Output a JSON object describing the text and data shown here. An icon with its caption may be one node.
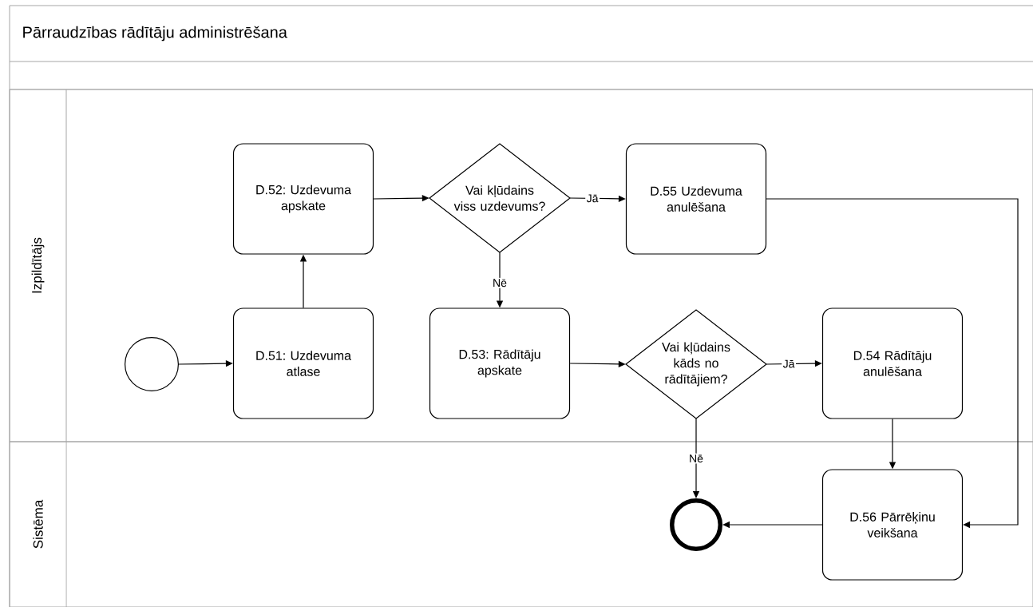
{
  "diagram": {
    "title": "Pārraudzības rādītāju administrēšana",
    "nodes": [
      {
        "text": [
          "Izpildītājs"
        ]
      },
      {
        "text": [
          "Sistēma"
        ]
      },
      {
        "text": [],
        "shape": "circle",
        "in": 0
      },
      {
        "text": [
          "D.51: Uzdevuma atlase"
        ],
        "in": 0
      },
      {
        "text": [
          "D.52: Uzdevuma apskate"
        ],
        "in": 0
      },
      {
        "text": [
          "Vai kļūdains viss uzdevums?"
        ],
        "in": 0
      },
      {
        "text": [
          "D.55 Uzdevuma anulēšana"
        ],
        "in": 0
      },
      {
        "text": [
          "D.53: Rādītāju apskate"
        ],
        "in": 0
      },
      {
        "text": [
          "Vai kļūdains kāds no rādītājiem?"
        ],
        "in": 0
      },
      {
        "text": [
          "D.54 Rādītāju anulēšana"
        ],
        "in": 0
      },
      {
        "text": [
          "D.56 Pārrēķinu veikšana"
        ],
        "in": 1
      },
      {
        "text": [],
        "shape": "circle",
        "in": 1
      }
    ],
    "edges": [
      {
        "from": 2,
        "to": 3,
        "arrow": "to"
      },
      {
        "from": 3,
        "to": 4,
        "arrow": "to"
      },
      {
        "from": 4,
        "to": 5,
        "arrow": "to"
      },
      {
        "from": 5,
        "to": 6,
        "arrow": "to",
        "label": "Jā"
      },
      {
        "from": 5,
        "to": 7,
        "arrow": "to",
        "label": "Nē"
      },
      {
        "from": 7,
        "to": 8,
        "arrow": "to"
      },
      {
        "from": 8,
        "to": 9,
        "arrow": "to",
        "label": "Jā"
      },
      {
        "from": 8,
        "to": 11,
        "arrow": "to",
        "label": "Nē"
      },
      {
        "from": 9,
        "to": 10,
        "arrow": "to"
      },
      {
        "from": 6,
        "to": 10,
        "arrow": "to"
      },
      {
        "from": 10,
        "to": 11,
        "arrow": "to"
      }
    ]
  }
}
